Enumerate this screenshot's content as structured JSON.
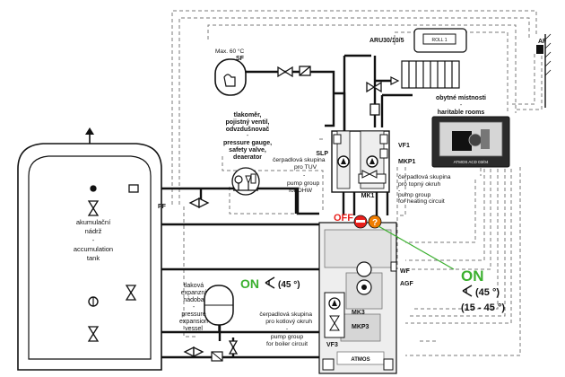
{
  "labels": {
    "max_temp": "Max. 60 °C",
    "sf": "SF",
    "aru": "ARU30/10/5",
    "af": "AF",
    "room_cz": "obytné místnosti",
    "room_dash": "-",
    "room_en": "haritable rooms",
    "gauge_cz_1": "tlakoměr,",
    "gauge_cz_2": "pojistný ventil,",
    "gauge_cz_3": "odvzdušnovač",
    "gauge_dash": "-",
    "gauge_en_1": "pressure gauge,",
    "gauge_en_2": "safety valve,",
    "gauge_en_3": "deaerator",
    "slp": "SLP",
    "dhw_cz_1": "čerpadlová skupina",
    "dhw_cz_2": "pro TUV",
    "dhw_dash": "-",
    "dhw_en_1": "pump group",
    "dhw_en_2": "for DHW",
    "vf1": "VF1",
    "mkp1": "MKP1",
    "heat_cz_1": "čerpadlová skupina",
    "heat_cz_2": "pro topný okruh",
    "heat_dash": "-",
    "heat_en_1": "pump group",
    "heat_en_2": "for heating circuit",
    "mk1": "MK1",
    "controller": "ATMOS ACD 03/04",
    "pf": "PF",
    "off": "OFF",
    "tank_cz_1": "akumulační",
    "tank_cz_2": "nádrž",
    "tank_dash": "-",
    "tank_en_1": "accumulation",
    "tank_en_2": "tank",
    "exp_cz_1": "tlaková",
    "exp_cz_2": "expanzní",
    "exp_cz_3": "nádoba",
    "exp_dash": "-",
    "exp_en_1": "pressure",
    "exp_en_2": "expansion",
    "exp_en_3": "vessel",
    "on_left": "ON",
    "on_left_deg": "(45 °)",
    "boiler_cz_1": "čerpadlová skupina",
    "boiler_cz_2": "pro kotlový okruh",
    "boiler_dash": "-",
    "boiler_en_1": "pump group",
    "boiler_en_2": "for boiler circuit",
    "mk3": "MK3",
    "mkp3": "MKP3",
    "vf3": "VF3",
    "wf": "WF",
    "agf": "AGF",
    "on_right": "ON",
    "on_right_deg": "(45 °)",
    "on_right_range": "(15 - 45 °)",
    "aru_display": "ROLL 1",
    "boiler_brand": "ATMOS"
  },
  "colors": {
    "pipe": "#111111",
    "off_red": "#e8201c",
    "warning_orange": "#f07d00",
    "on_green": "#3bb02f",
    "dashed": "#777777"
  }
}
